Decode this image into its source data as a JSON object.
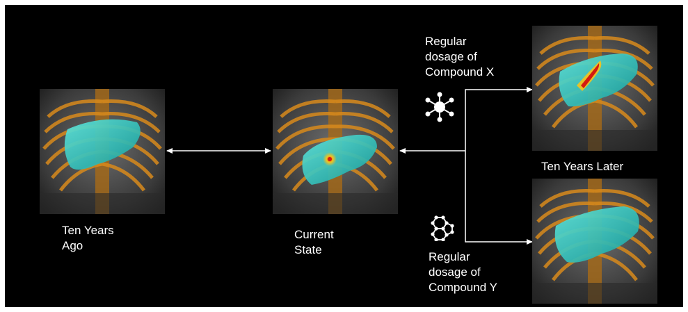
{
  "colors": {
    "background": "#000000",
    "liver": "#2fc9c4",
    "bone": "#d88a1c",
    "hotspot_core": "#d41a10",
    "hotspot_mid": "#f7c21a",
    "text": "#ffffff"
  },
  "labels": {
    "ten_years_ago": [
      "Ten Years",
      "Ago"
    ],
    "current_state": [
      "Current",
      "State"
    ],
    "ten_years_later": "Ten Years Later",
    "compound_x": [
      "Regular",
      "dosage of",
      "Compound X"
    ],
    "compound_y": [
      "Regular",
      "dosage of",
      "Compound Y"
    ]
  },
  "icons": {
    "compound_x": "molecule-star-icon",
    "compound_y": "molecule-ring-icon"
  }
}
